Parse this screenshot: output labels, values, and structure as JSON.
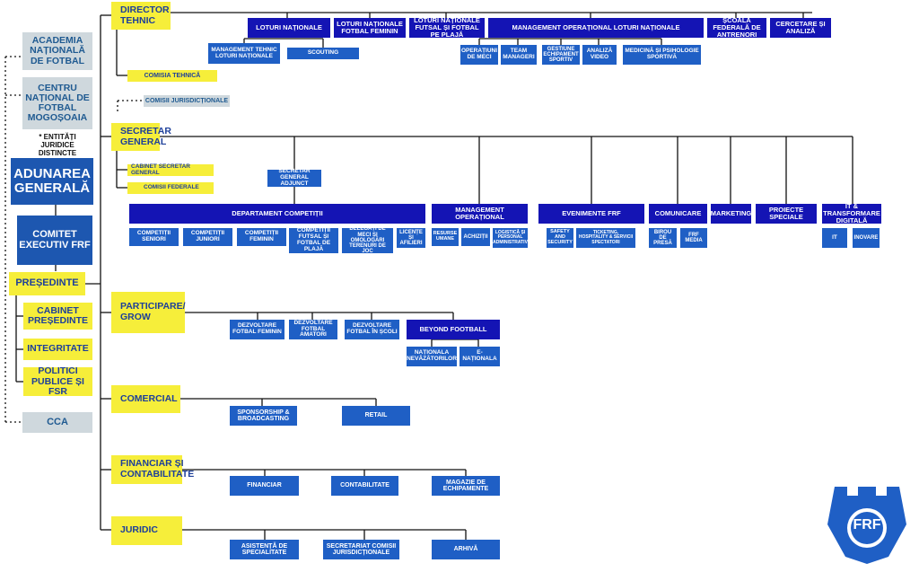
{
  "left": {
    "academia": "ACADEMIA NAȚIONALĂ DE FOTBAL",
    "centru": "CENTRU NAȚIONAL DE FOTBAL MOGOȘOAIA",
    "entitati_note": "* ENTITĂȚI JURIDICE DISTINCTE",
    "adunarea": "ADUNAREA GENERALĂ",
    "comitet": "COMITET EXECUTIV FRF",
    "presedinte": "PREȘEDINTE",
    "cabinet_presedinte": "CABINET PREȘEDINTE",
    "integritate": "INTEGRITATE",
    "politici": "POLITICI PUBLICE ȘI FSR",
    "cca": "CCA"
  },
  "director": {
    "title": "DIRECTOR TEHNIC",
    "comisia_tehnica": "COMISIA TEHNICĂ",
    "loturi_nationale": "LOTURI NAȚIONALE",
    "loturi_feminin": "LOTURI NAȚIONALE FOTBAL FEMININ",
    "loturi_futsal": "LOTURI NAȚIONALE FUTSAL ȘI FOTBAL PE PLAJĂ",
    "management_operational": "MANAGEMENT OPERAȚIONAL LOTURI NAȚIONALE",
    "scoala": "ȘCOALA FEDERALĂ DE ANTRENORI",
    "cercetare": "CERCETARE ȘI ANALIZĂ",
    "mgmt_tehnic": "MANAGEMENT TEHNIC LOTURI NAȚIONALE",
    "scouting": "SCOUTING",
    "operatiuni": "OPERAȚIUNI DE MECI",
    "team_manageri": "TEAM MANAGERI",
    "gestiune": "GESTIUNE ECHIPAMENT SPORTIV",
    "analiza_video": "ANALIZĂ VIDEO",
    "medicina": "MEDICINĂ ȘI PSIHOLOGIE SPORTIVĂ"
  },
  "comisii_jurisdictionale": "COMISII JURISDICȚIONALE",
  "secretar": {
    "title": "SECRETAR GENERAL",
    "cabinet": "CABINET SECRETAR GENERAL",
    "comisii_federale": "COMISII FEDERALE",
    "adjunct": "SECRETAR GENERAL ADJUNCT",
    "departament_competitii": "DEPARTAMENT COMPETIȚII",
    "competitii_seniori": "COMPETIȚII SENIORI",
    "competitii_juniori": "COMPETIȚII JUNIORI",
    "competitii_feminin": "COMPETIȚII FEMININ",
    "competitii_futsal": "COMPETIȚII FUTSAL ȘI FOTBAL DE PLAJĂ",
    "delegati": "DELEGAȚI DE MECI ȘI OMOLOGĂRI TERENURI DE JOC",
    "licente": "LICENȚE ȘI AFILIERI",
    "management_operational": "MANAGEMENT OPERAȚIONAL",
    "resurse_umane": "RESURSE UMANE",
    "achizitii": "ACHIZIȚII",
    "logistica": "LOGISTICĂ ȘI PERSONAL ADMINISTRATIV",
    "evenimente": "EVENIMENTE FRF",
    "safety": "SAFETY AND SECURITY",
    "ticketing": "TICKETING, HOSPITALITY & SERVICII SPECTATORI",
    "comunicare": "COMUNICARE",
    "birou_presa": "BIROU DE PRESĂ",
    "frf_media": "FRF MEDIA",
    "marketing": "MARKETING",
    "proiecte_speciale": "PROIECTE SPECIALE",
    "it_transformare": "IT & TRANSFORMARE DIGITALĂ",
    "it": "IT",
    "inovare": "INOVARE"
  },
  "participare": {
    "title": "PARTICIPARE/ GROW",
    "dezvoltare_feminin": "DEZVOLTARE FOTBAL FEMININ",
    "dezvoltare_amatori": "DEZVOLTARE FOTBAL AMATORI",
    "dezvoltare_scoli": "DEZVOLTARE FOTBAL ÎN ȘCOLI",
    "beyond_football": "BEYOND FOOTBALL",
    "nationala_nevazatorilor": "NAȚIONALA NEVĂZĂTORILOR",
    "e_nationala": "E-NAȚIONALA"
  },
  "comercial": {
    "title": "COMERCIAL",
    "sponsorship": "SPONSORSHIP & BROADCASTING",
    "retail": "RETAIL"
  },
  "financiar": {
    "title": "FINANCIAR ȘI CONTABILITATE",
    "financiar": "FINANCIAR",
    "contabilitate": "CONTABILITATE",
    "magazie": "MAGAZIE DE ECHIPAMENTE"
  },
  "juridic": {
    "title": "JURIDIC",
    "asistenta": "ASISTENȚĂ DE SPECIALITATE",
    "secretariat": "SECRETARIAT COMISII JURISDICȚIONALE",
    "arhiva": "ARHIVĂ"
  },
  "logo": {
    "text": "FRF",
    "color": "#1f5fc5"
  },
  "colors": {
    "yellow": "#f6ee3a",
    "blue": "#1f5fc5",
    "navy": "#1414b4",
    "grey": "#cfd8dd",
    "dark": "#1d57b0"
  }
}
